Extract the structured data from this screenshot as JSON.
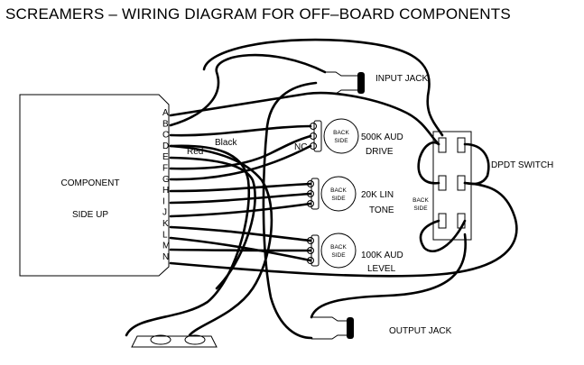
{
  "title": "SCREAMERS – WIRING DIAGRAM FOR OFF–BOARD COMPONENTS",
  "board": {
    "line1": "COMPONENT",
    "line2": "SIDE UP",
    "pins": [
      "A",
      "B",
      "C",
      "D",
      "E",
      "F",
      "G",
      "H",
      "I",
      "J",
      "K",
      "L",
      "M",
      "N"
    ],
    "wire_red": "Red",
    "wire_black": "Black"
  },
  "input_jack": "INPUT JACK",
  "output_jack": "OUTPUT JACK",
  "switch": {
    "label": "DPDT SWITCH",
    "back1": "BACK",
    "back2": "SIDE"
  },
  "pots": [
    {
      "back1": "BACK",
      "back2": "SIDE",
      "value": "500K AUD",
      "name": "DRIVE"
    },
    {
      "back1": "BACK",
      "back2": "SIDE",
      "value": "20K LIN",
      "name": "TONE"
    },
    {
      "back1": "BACK",
      "back2": "SIDE",
      "value": "100K AUD",
      "name": "LEVEL"
    }
  ],
  "nc_label": "NC"
}
